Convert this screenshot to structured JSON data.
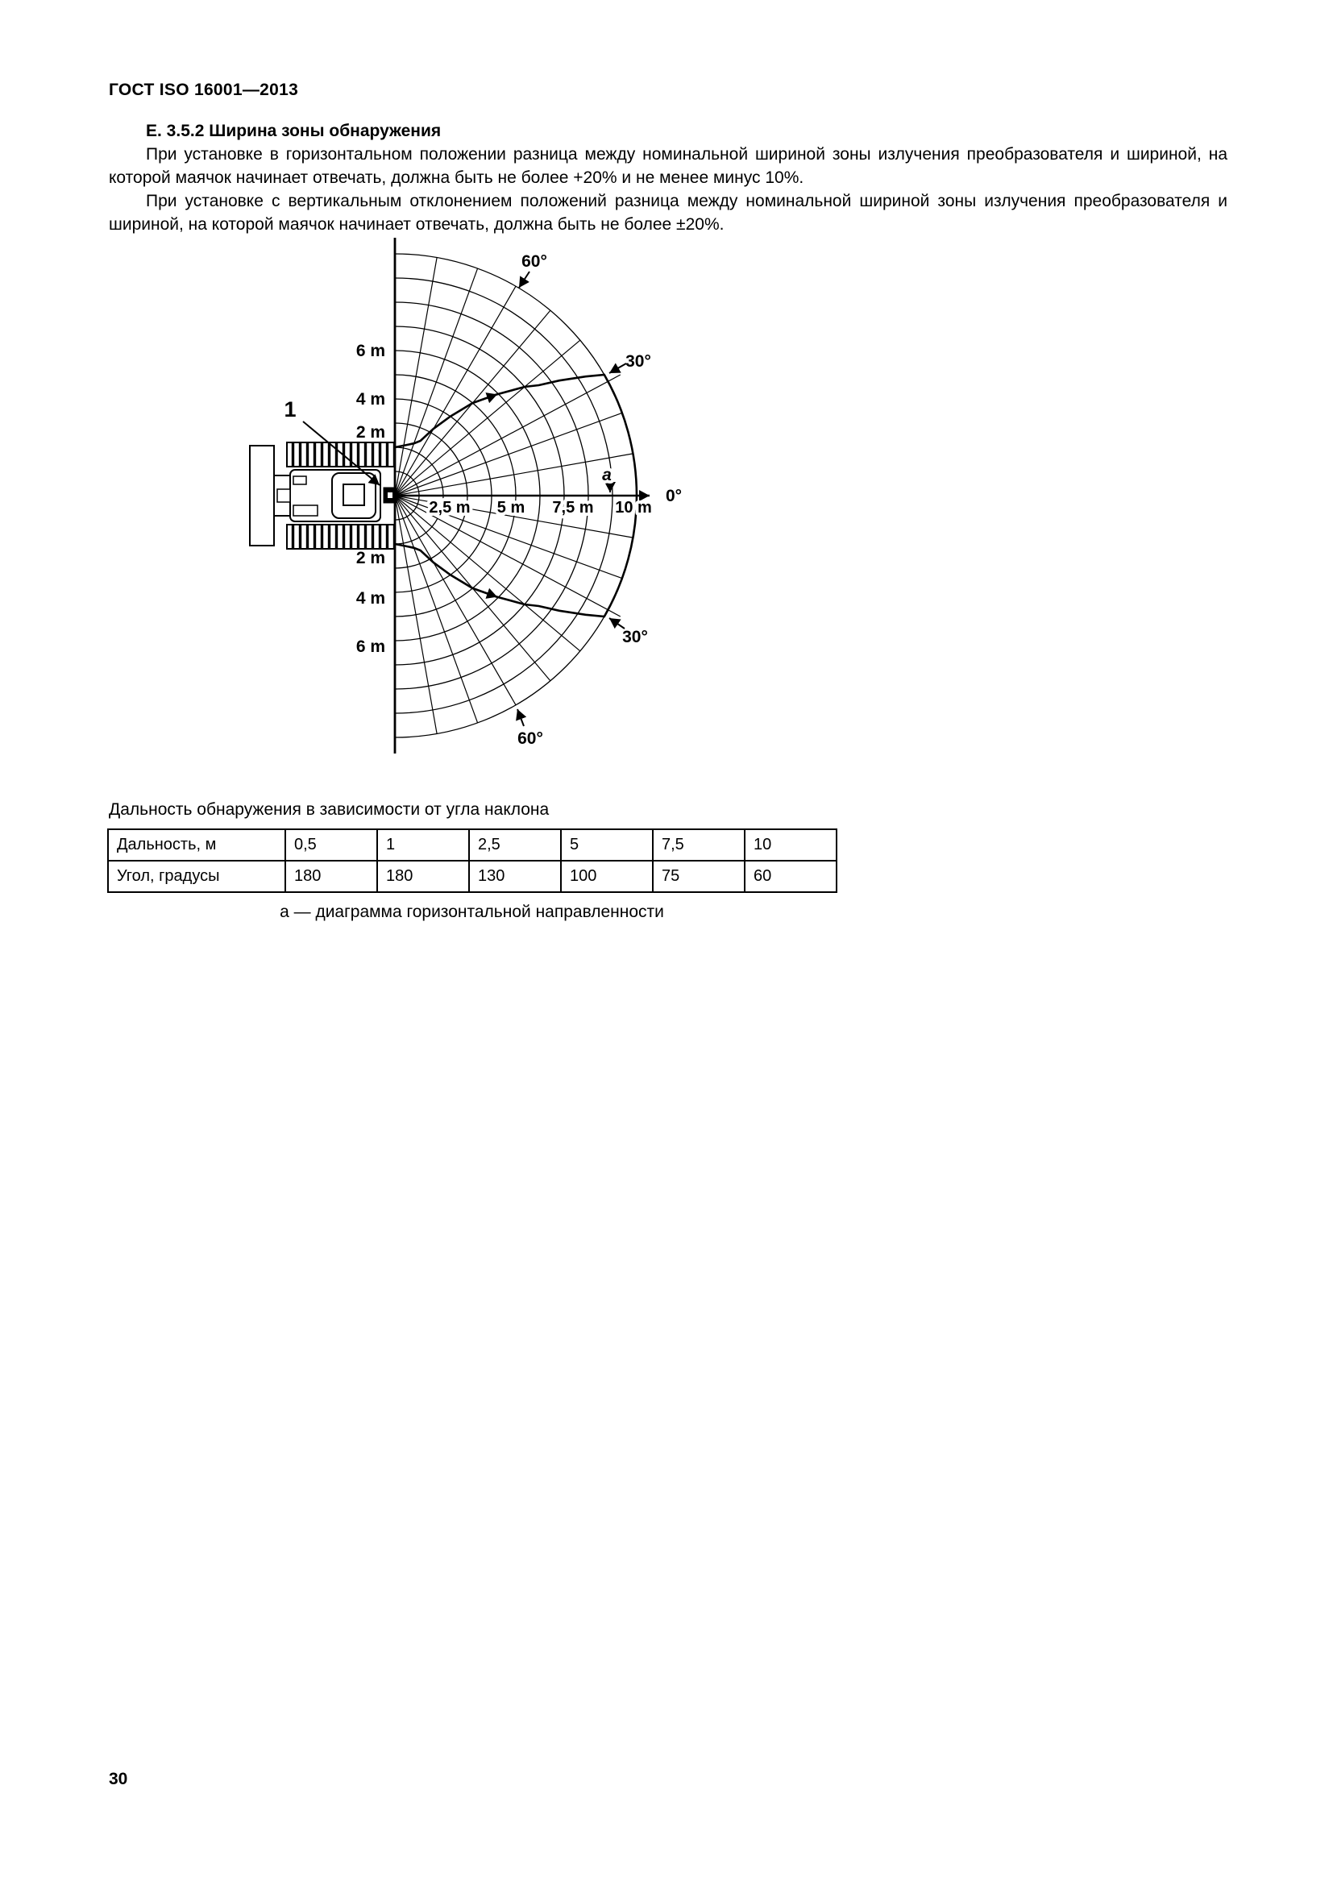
{
  "page": {
    "header": "ГОСТ ISO 16001—2013",
    "page_number": "30"
  },
  "section": {
    "heading": "Е. 3.5.2 Ширина зоны обнаружения",
    "paragraph1": "При установке в горизонтальном положении разница между номинальной шириной зоны излучения преобразователя и шириной, на которой маячок начинает отвечать, должна быть не более +20% и не менее минус 10%.",
    "paragraph2": "При установке с вертикальным отклонением положений разница между номинальной шириной зоны излучения преобразователя и шириной, на которой маячок начинает отвечать, должна быть не более ±20%."
  },
  "figure": {
    "callout_1": "1",
    "pointer_label": "а",
    "left_labels": [
      "6 m",
      "4 m",
      "2 m",
      "2 m",
      "4 m",
      "6 m"
    ],
    "range_labels": [
      "2,5 m",
      "5 m",
      "7,5 m",
      "10 m"
    ],
    "angle_labels": [
      "60°",
      "30°",
      "0°",
      "30°",
      "60°"
    ]
  },
  "table": {
    "intro": "Дальность обнаружения в зависимости от угла наклона",
    "rows": [
      {
        "label": "Дальность, м",
        "values": [
          "0,5",
          "1",
          "2,5",
          "5",
          "7,5",
          "10"
        ]
      },
      {
        "label": "Угол, градусы",
        "values": [
          "180",
          "180",
          "130",
          "100",
          "75",
          "60"
        ]
      }
    ],
    "caption": "а — диаграмма горизонтальной направленности"
  },
  "chart_data": {
    "type": "table",
    "title": "Дальность обнаружения в зависимости от угла наклона",
    "categories": [
      "0,5",
      "1",
      "2,5",
      "5",
      "7,5",
      "10"
    ],
    "series": [
      {
        "name": "Дальность, м",
        "values": [
          0.5,
          1,
          2.5,
          5,
          7.5,
          10
        ]
      },
      {
        "name": "Угол, градусы",
        "values": [
          180,
          180,
          130,
          100,
          75,
          60
        ]
      }
    ]
  }
}
